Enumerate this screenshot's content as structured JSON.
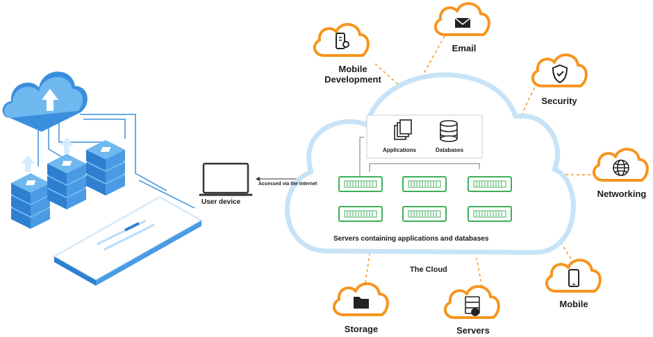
{
  "user_device": {
    "label": "User device"
  },
  "connection": {
    "label": "Accessed via the Internet"
  },
  "cloud": {
    "title": "The Cloud",
    "servers_caption": "Servers containing applications and databases",
    "applications_label": "Applications",
    "databases_label": "Databases"
  },
  "services": {
    "mobile_development": "Mobile Development",
    "email": "Email",
    "security": "Security",
    "networking": "Networking",
    "mobile": "Mobile",
    "servers": "Servers",
    "storage": "Storage"
  },
  "colors": {
    "accent_orange": "#f7941d",
    "cloud_blue": "#c8e3f7",
    "server_green": "#3cae59",
    "illustration_blue": "#3a8fdd"
  },
  "icons": {
    "mobile_development": "phone-gear-icon",
    "email": "envelope-icon",
    "security": "shield-check-icon",
    "networking": "globe-icon",
    "mobile": "smartphone-icon",
    "servers": "database-stack-icon",
    "storage": "folder-icon"
  }
}
